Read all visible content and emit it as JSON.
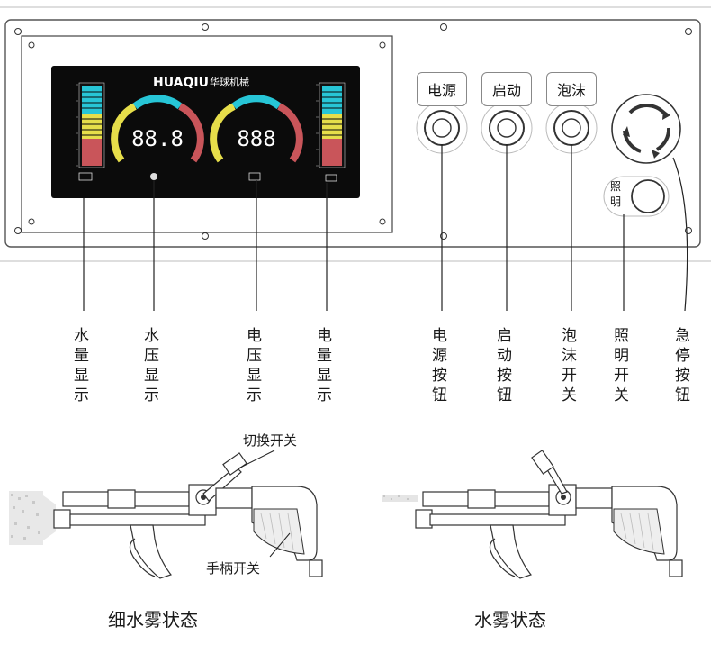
{
  "panel": {
    "brand_name": "HUAQIU",
    "brand_cn": "华球机械",
    "display_left": "88.8",
    "display_right": "888",
    "buttons": {
      "power": "电源",
      "start": "启动",
      "foam": "泡沫",
      "light": "照明"
    },
    "colors": {
      "screen": "#0b0b0b",
      "cyan": "#27c5d6",
      "yellow": "#e6de4a",
      "red": "#c9555a"
    }
  },
  "labels": {
    "water_level": "水量显示",
    "water_pressure": "水压显示",
    "voltage": "电压显示",
    "battery": "电量显示",
    "power_btn": "电源按钮",
    "start_btn": "启动按钮",
    "foam_switch": "泡沫开关",
    "light_switch": "照明开关",
    "emergency_btn": "急停按钮"
  },
  "guns": {
    "switch_label": "切换开关",
    "handle_label": "手柄开关",
    "left_caption": "细水雾状态",
    "right_caption": "水雾状态"
  }
}
